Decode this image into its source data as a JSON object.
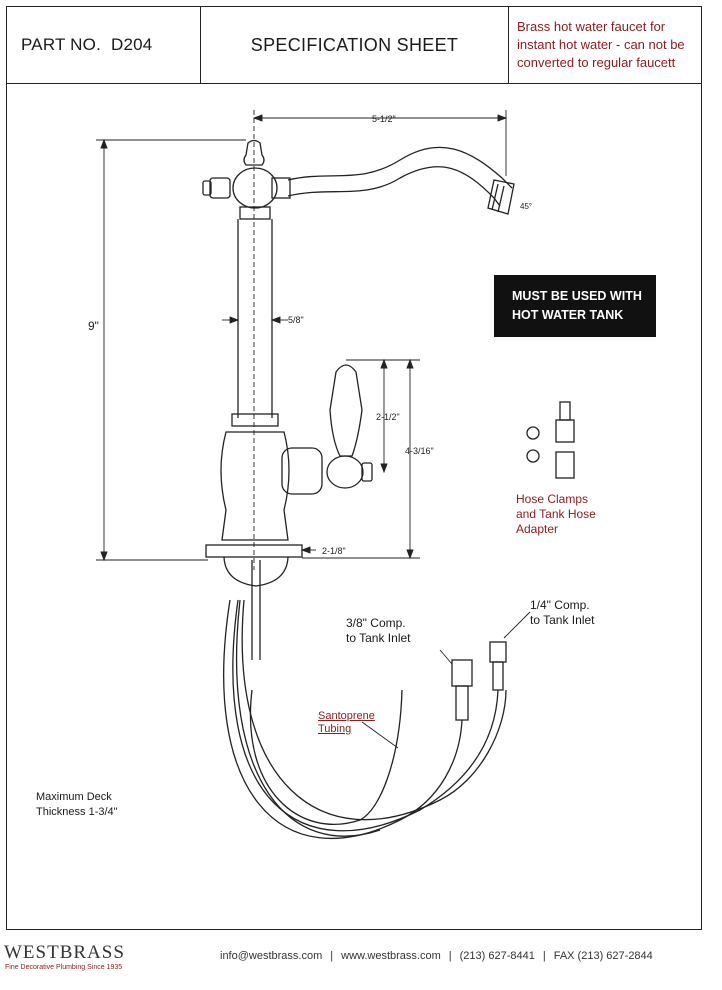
{
  "header": {
    "part_label": "PART NO.",
    "part_number": "D204",
    "title": "SPECIFICATION SHEET",
    "note": "Brass hot water faucet for instant hot water - can not be converted to regular faucett"
  },
  "badge": {
    "line1": "MUST BE USED WITH",
    "line2": "HOT WATER TANK"
  },
  "dimensions": {
    "spout_reach": "5-1/2\"",
    "height": "9\"",
    "angle": "45°",
    "stem_dia": "5/8\"",
    "handle_height": "2-1/2\"",
    "handle_total": "4-3/16\"",
    "base_dia": "2-1/8\""
  },
  "labels": {
    "hose_clamps": [
      "Hose Clamps",
      "and Tank Hose",
      "Adapter"
    ],
    "inlet_38": [
      "3/8\" Comp.",
      "to Tank Inlet"
    ],
    "inlet_14": [
      "1/4\" Comp.",
      "to Tank Inlet"
    ],
    "santoprene": [
      "Santoprene",
      "Tubing"
    ],
    "deck": [
      "Maximum Deck",
      "Thickness 1-3/4\""
    ]
  },
  "footer": {
    "logo": "WESTBRASS",
    "tagline": "Fine Decorative Plumbing Since 1935",
    "email": "info@westbrass.com",
    "web": "www.westbrass.com",
    "phone": "(213) 627-8441",
    "fax": "FAX (213) 627-2844"
  },
  "colors": {
    "accent": "#8a1c1c",
    "line": "#222222"
  }
}
